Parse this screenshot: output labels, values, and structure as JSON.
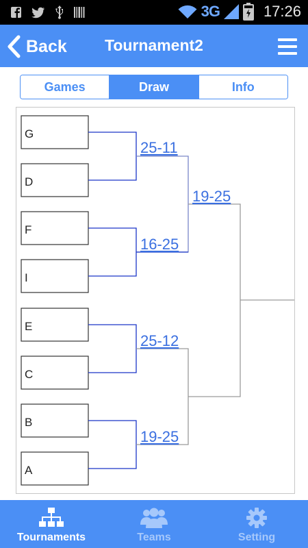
{
  "status_bar": {
    "icons": [
      "facebook-icon",
      "twitter-icon",
      "usb-icon",
      "barcode-icon",
      "wifi-icon",
      "signal-icon",
      "battery-charging-icon"
    ],
    "network": "3G",
    "time": "17:26"
  },
  "app_bar": {
    "back_label": "Back",
    "title": "Tournament2",
    "menu_icon": "hamburger-menu-icon"
  },
  "tabs": [
    {
      "label": "Games",
      "active": false
    },
    {
      "label": "Draw",
      "active": true
    },
    {
      "label": "Info",
      "active": false
    }
  ],
  "bracket": {
    "teams": [
      "G",
      "D",
      "F",
      "I",
      "E",
      "C",
      "B",
      "A"
    ],
    "round1_scores": [
      "25-11",
      "16-25",
      "25-12",
      "19-25"
    ],
    "round2_scores": [
      "19-25"
    ]
  },
  "bottom_nav": [
    {
      "label": "Tournaments",
      "icon": "tournament-tree-icon",
      "active": true
    },
    {
      "label": "Teams",
      "icon": "people-group-icon",
      "active": false
    },
    {
      "label": "Setting",
      "icon": "gear-icon",
      "active": false
    }
  ],
  "colors": {
    "primary": "#4b8ff5",
    "bracket_line": "#1a35c8",
    "score_text": "#3a6fe0",
    "panel_line": "#9a9a9a"
  }
}
